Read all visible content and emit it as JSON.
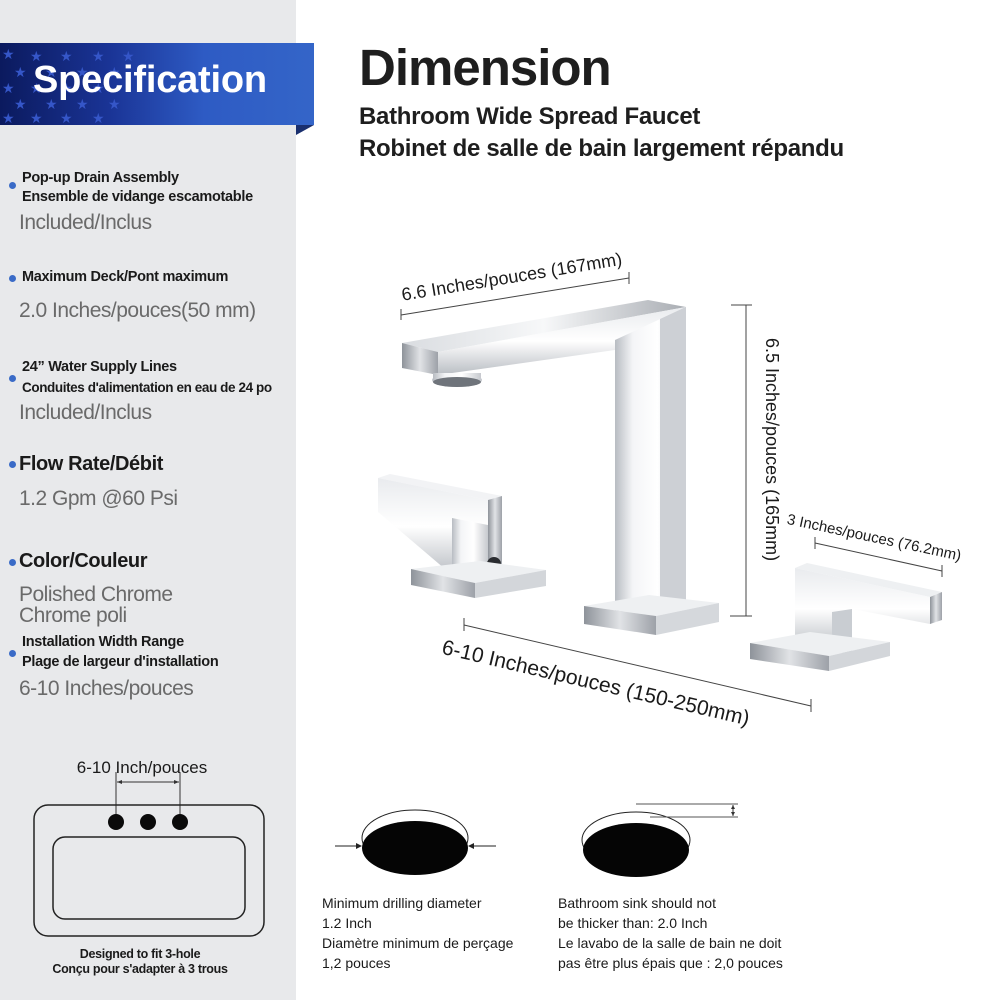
{
  "spec_panel": {
    "title": "Specification",
    "items": [
      {
        "label_en": "Pop-up Drain Assembly",
        "label_fr": "Ensemble de vidange escamotable",
        "value": "Included/Inclus"
      },
      {
        "label": "Maximum Deck/Pont maximum",
        "value": "2.0 Inches/pouces(50 mm)"
      },
      {
        "label_en": "24” Water Supply Lines",
        "label_fr": "Conduites d'alimentation en eau de 24 po",
        "value": "Included/Inclus"
      },
      {
        "label": "Flow Rate/Débit",
        "value": "1.2 Gpm @60 Psi"
      },
      {
        "label": "Color/Couleur",
        "value_line1": "Polished Chrome",
        "value_line2": "Chrome poli"
      },
      {
        "label_en": "Installation Width Range",
        "label_fr": "Plage de largeur d'installation",
        "value": "6-10 Inches/pouces"
      }
    ],
    "sink_diagram": {
      "caption": "6-10 Inch/pouces",
      "holes": 3,
      "note_en": "Designed to fit 3-hole",
      "note_fr": "Conçu pour s'adapter à 3 trous"
    },
    "accent_color": "#3a6bc7",
    "ribbon_color": "#2e5bc4"
  },
  "dimension": {
    "title": "Dimension",
    "subtitle_en": "Bathroom Wide Spread Faucet",
    "subtitle_fr": "Robinet de salle de bain largement répandu",
    "measurements": {
      "spout_length": "6.6 Inches/pouces (167mm)",
      "spout_height": "6.5 Inches/pouces (165mm)",
      "handle_length": "3 Inches/pouces (76.2mm)",
      "spread_width": "6-10 Inches/pouces (150-250mm)"
    },
    "hole_specs": [
      {
        "line1": "Minimum drilling diameter",
        "line2": "1.2 Inch",
        "line3": "Diamètre minimum de perçage",
        "line4": "1,2 pouces"
      },
      {
        "line1": "Bathroom sink should not",
        "line2": "be thicker than: 2.0 Inch",
        "line3": "Le lavabo de la salle de bain ne doit",
        "line4": "pas être plus épais que : 2,0 pouces"
      }
    ]
  }
}
